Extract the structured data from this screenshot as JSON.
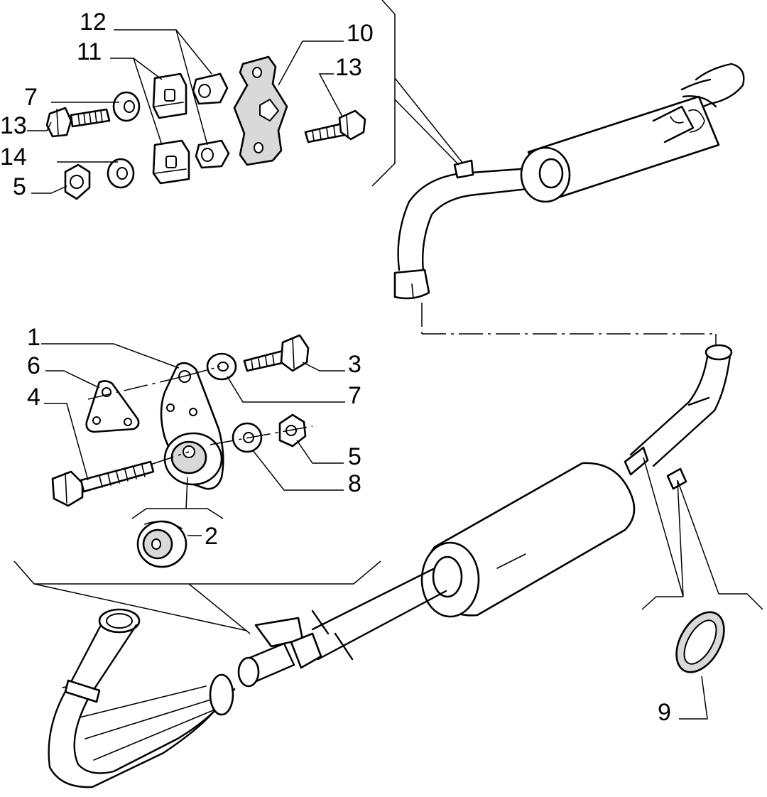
{
  "labels": {
    "l1": "1",
    "l2": "2",
    "l3": "3",
    "l4": "4",
    "l5a": "5",
    "l5b": "5",
    "l6": "6",
    "l7a": "7",
    "l7b": "7",
    "l8": "8",
    "l9": "9",
    "l10": "10",
    "l11": "11",
    "l12": "12",
    "l13a": "13",
    "l13b": "13",
    "l14": "14"
  }
}
